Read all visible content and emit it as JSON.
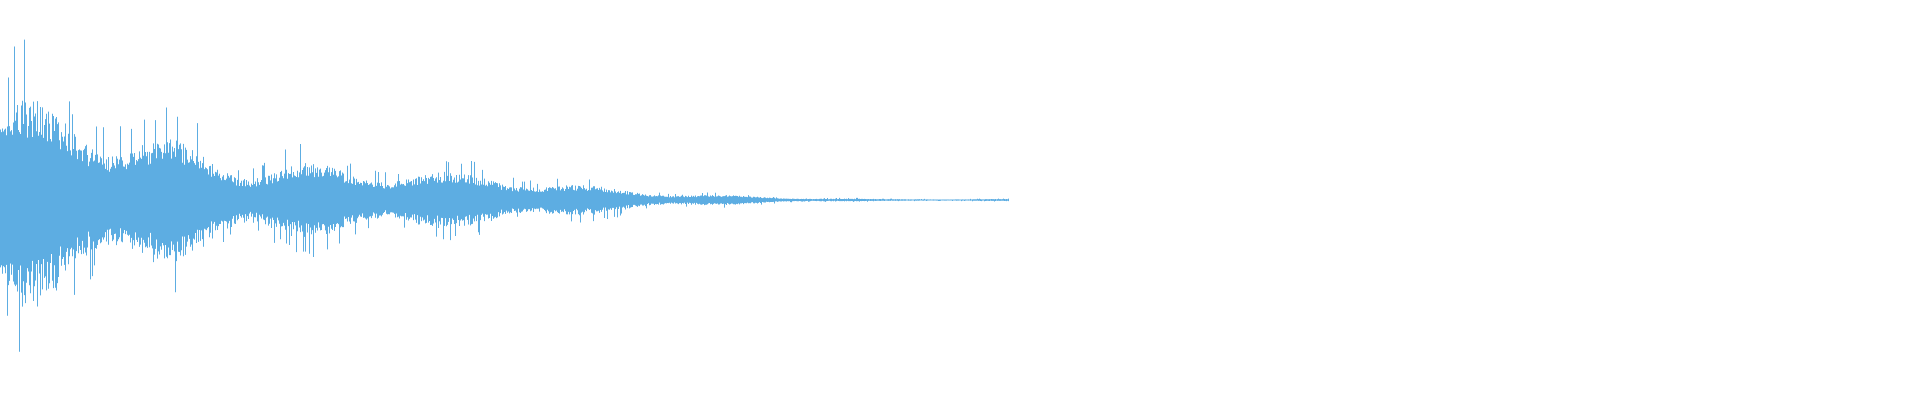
{
  "waveform": {
    "color": "#5dade2",
    "background": "#ffffff",
    "amplitude_envelope": {
      "peak_fraction": 0.48,
      "decay_end_fraction_of_width": 0.525,
      "tail_end_fraction_of_width": 0.525
    }
  }
}
